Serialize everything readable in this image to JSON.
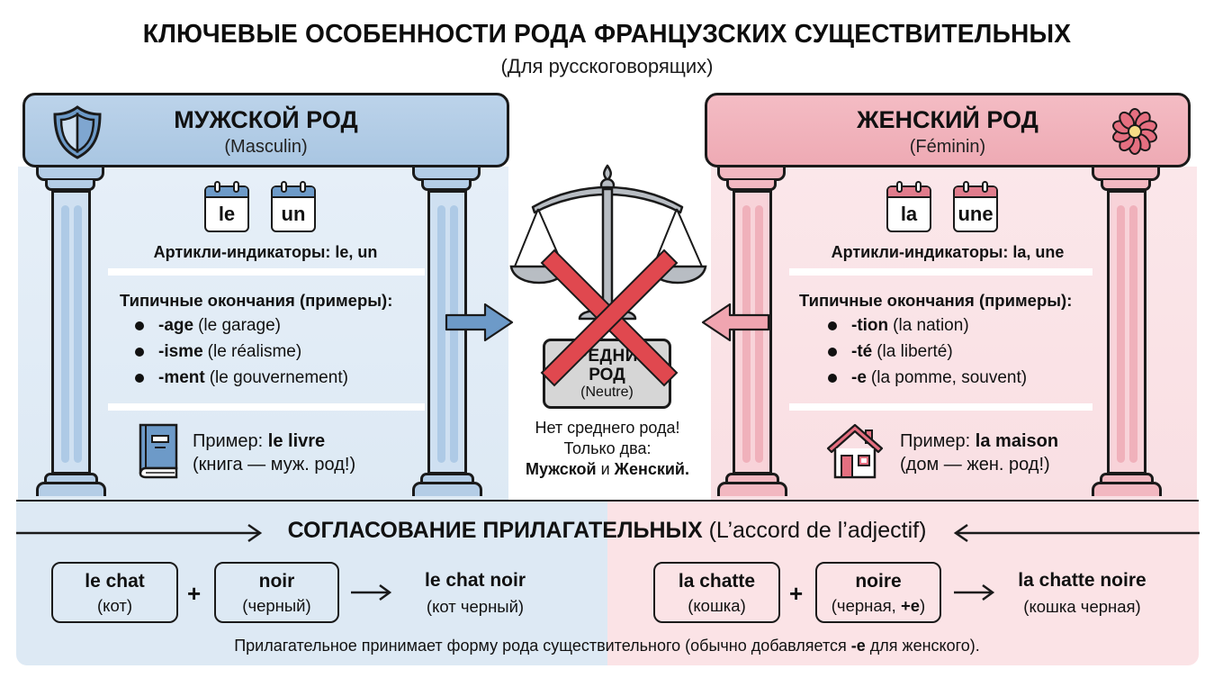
{
  "title": "КЛЮЧЕВЫЕ ОСОБЕННОСТИ РОДА ФРАНЦУЗСКИХ СУЩЕСТВИТЕЛЬНЫХ",
  "subtitle": "(Для русскоговорящих)",
  "colors": {
    "masculine_accent": "#6d9ac8",
    "masculine_bg": "#dde9f4",
    "feminine_accent": "#e07c8c",
    "feminine_bg": "#fbe3e6",
    "cross_red": "#e0484f",
    "neutral_gray": "#d6d6d6"
  },
  "masculine": {
    "icon": "shield-icon",
    "title": "МУЖСКОЙ РОД",
    "subtitle": "(Masculin)",
    "articles": [
      "le",
      "un"
    ],
    "articles_caption": "Артикли-индикаторы: le, un",
    "endings_title": "Типичные окончания (примеры):",
    "endings": [
      {
        "suffix": "-age",
        "example": "(le garage)"
      },
      {
        "suffix": "-isme",
        "example": "(le réalisme)"
      },
      {
        "suffix": "-ment",
        "example": "(le gouvernement)"
      }
    ],
    "example_icon": "book-icon",
    "example_prefix": "Пример:",
    "example_word": "le livre",
    "example_translation": "(книга — муж. род!)"
  },
  "feminine": {
    "icon": "flower-icon",
    "title": "ЖЕНСКИЙ РОД",
    "subtitle": "(Féminin)",
    "articles": [
      "la",
      "une"
    ],
    "articles_caption": "Артикли-индикаторы: la, une",
    "endings_title": "Типичные окончания (примеры):",
    "endings": [
      {
        "suffix": "-tion",
        "example": "(la nation)"
      },
      {
        "suffix": "-té",
        "example": "(la liberté)"
      },
      {
        "suffix": "-e",
        "example": "(la pomme, souvent)"
      }
    ],
    "example_icon": "house-icon",
    "example_prefix": "Пример:",
    "example_word": "la maison",
    "example_translation": "(дом — жен. род!)"
  },
  "neutral": {
    "icon": "scales-icon",
    "box_line1": "СРЕДНИЙ",
    "box_line2": "РОД",
    "box_line3": "(Neutre)",
    "note_line1": "Нет среднего рода!",
    "note_line2": "Только два:",
    "note_bold1": "Мужской",
    "note_and": "и",
    "note_bold2": "Женский",
    "note_end": "."
  },
  "agreement": {
    "title_bold": "СОГЛАСОВАНИЕ ПРИЛАГАТЕЛЬНЫХ",
    "title_fr": "(L’accord de l’adjectif)",
    "masculine": {
      "noun": "le chat",
      "noun_tr": "(кот)",
      "adj": "noir",
      "adj_tr": "(черный)",
      "result": "le chat noir",
      "result_tr": "(кот черный)"
    },
    "feminine": {
      "noun": "la chatte",
      "noun_tr": "(кошка)",
      "adj": "noire",
      "adj_tr_prefix": "(черная, ",
      "adj_tr_bold": "+e",
      "adj_tr_suffix": ")",
      "result": "la chatte noire",
      "result_tr": "(кошка черная)"
    },
    "plus": "+",
    "note_prefix": "Прилагательное принимает форму рода существительного (обычно добавляется ",
    "note_bold": "-e",
    "note_suffix": " для женского)."
  }
}
